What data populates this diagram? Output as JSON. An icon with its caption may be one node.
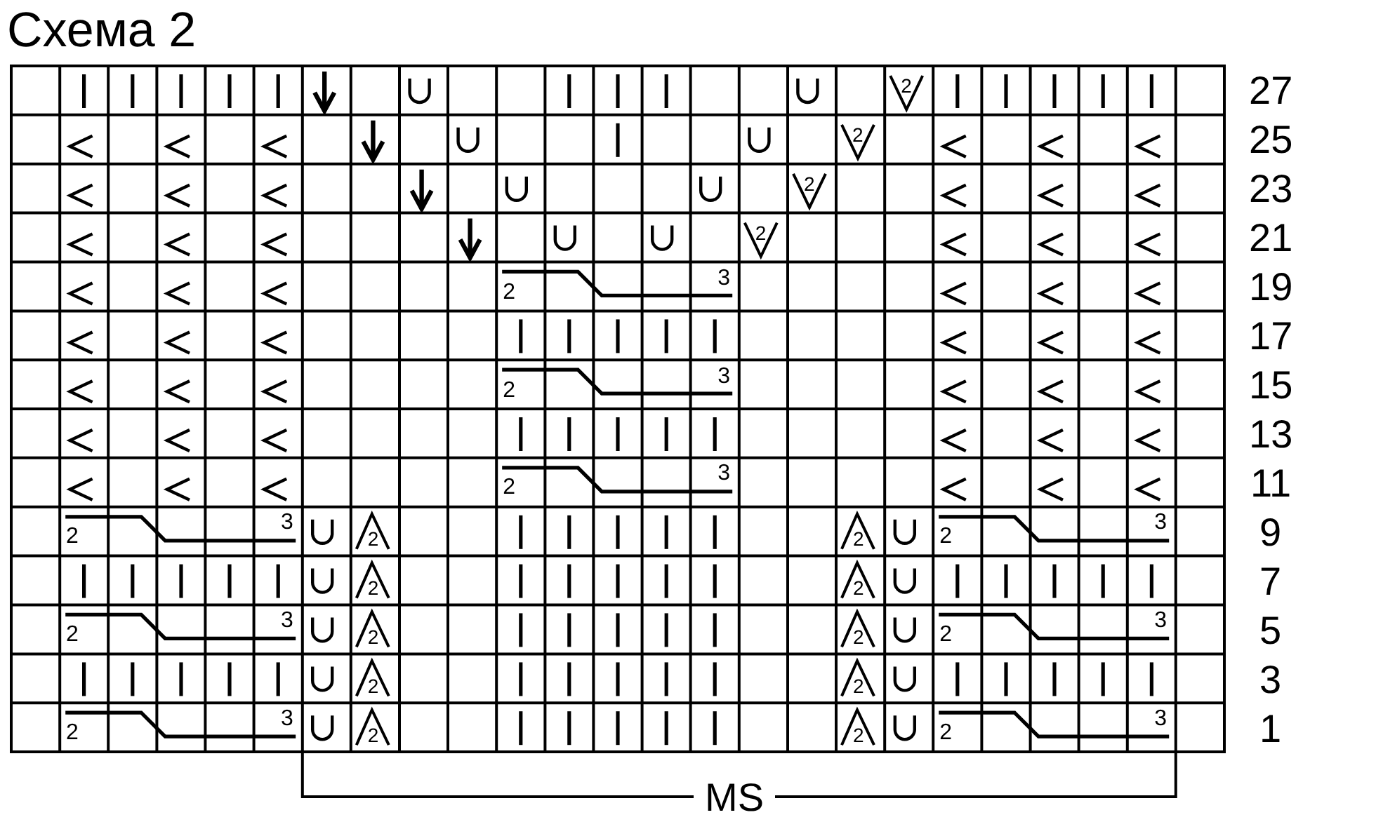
{
  "diagram": {
    "title": "Схема 2",
    "labels": [
      "2",
      "27",
      "2",
      "25",
      "2",
      "23",
      "2",
      "21",
      "2",
      "3",
      "19",
      "17",
      "2",
      "3",
      "15",
      "13",
      "2",
      "3",
      "11",
      "2",
      "3",
      "2",
      "2",
      "2",
      "3",
      "9",
      "2",
      "2",
      "7",
      "2",
      "3",
      "2",
      "2",
      "2",
      "3",
      "5",
      "2",
      "2",
      "3",
      "2",
      "3",
      "2",
      "2",
      "2",
      "3",
      "1",
      "MS"
    ]
  }
}
